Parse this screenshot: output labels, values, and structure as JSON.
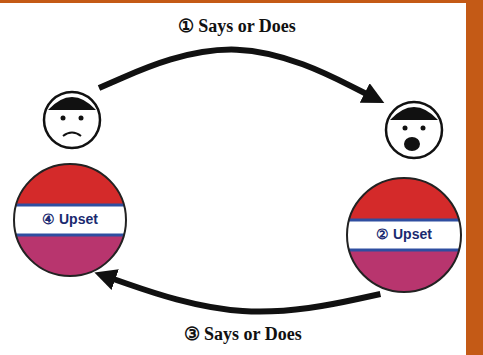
{
  "diagram": {
    "nodes": [
      {
        "text": [
          "④ Upset"
        ]
      },
      {
        "text": [
          "② Upset"
        ]
      }
    ],
    "edges": [
      {
        "from": 0,
        "to": 1,
        "label": "① Says or Does",
        "arrow": "to"
      },
      {
        "from": 1,
        "to": 0,
        "label": "③ Says or Does",
        "arrow": "to"
      }
    ]
  }
}
